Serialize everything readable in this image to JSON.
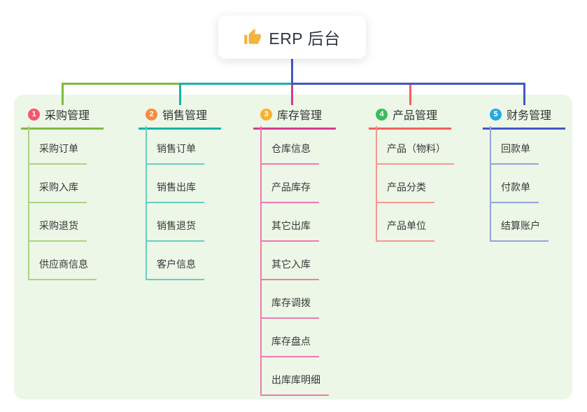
{
  "root": {
    "label": "ERP 后台",
    "icon": "thumbs-up"
  },
  "branches": [
    {
      "badge": "1",
      "label": "采购管理",
      "badge_color": "#f4566c",
      "line_color": "#7eba40",
      "child_line_color": "#aad483",
      "children": [
        "采购订单",
        "采购入库",
        "采购退货",
        "供应商信息"
      ]
    },
    {
      "badge": "2",
      "label": "销售管理",
      "badge_color": "#f88b3d",
      "line_color": "#17b3a6",
      "child_line_color": "#66cdc2",
      "children": [
        "销售订单",
        "销售出库",
        "销售退货",
        "客户信息"
      ]
    },
    {
      "badge": "3",
      "label": "库存管理",
      "badge_color": "#f8b233",
      "line_color": "#d63b8e",
      "child_line_color": "#ef79b4",
      "children": [
        "仓库信息",
        "产品库存",
        "其它出库",
        "其它入库",
        "库存调拨",
        "库存盘点",
        "出库库明细"
      ]
    },
    {
      "badge": "4",
      "label": "产品管理",
      "badge_color": "#3cbd5c",
      "line_color": "#f75f5b",
      "child_line_color": "#f9968f",
      "children": [
        "产品（物料）",
        "产品分类",
        "产品单位"
      ]
    },
    {
      "badge": "5",
      "label": "财务管理",
      "badge_color": "#29a8e0",
      "line_color": "#4457c6",
      "child_line_color": "#93a4dc",
      "children": [
        "回款单",
        "付款单",
        "结算账户"
      ]
    }
  ],
  "colors": {
    "canvas_bg": "#ffffff",
    "panel_bg": "#ecf7e7",
    "root_connector": "#4457c6",
    "text": "#333333",
    "thumb_icon": "#f3b340"
  }
}
